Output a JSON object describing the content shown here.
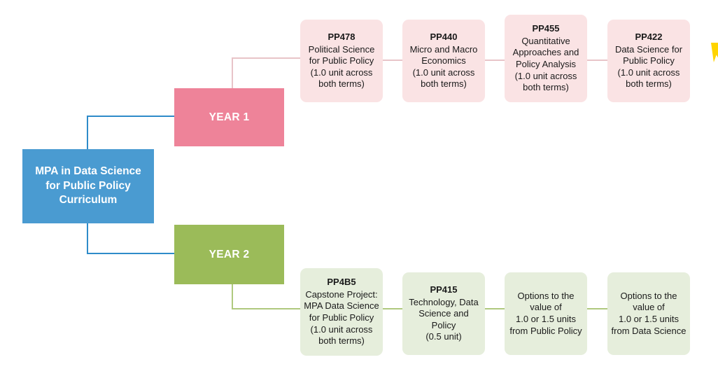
{
  "diagram": {
    "root": {
      "label": "MPA in Data Science\nfor Public Policy\nCurriculum",
      "color": "#4A9BD1"
    },
    "years": [
      {
        "label": "YEAR 1",
        "color": "#EE8399"
      },
      {
        "label": "YEAR 2",
        "color": "#9BBB59"
      }
    ],
    "year1_courses": [
      {
        "code": "PP478",
        "desc": "Political Science\nfor Public Policy\n(1.0 unit across\nboth terms)"
      },
      {
        "code": "PP440",
        "desc": "Micro and Macro\nEconomics\n(1.0 unit across\nboth terms)"
      },
      {
        "code": "PP455",
        "desc": "Quantitative\nApproaches and\nPolicy Analysis\n(1.0 unit across\nboth terms)"
      },
      {
        "code": "PP422",
        "desc": "Data Science for\nPublic Policy\n(1.0 unit across\nboth terms)"
      }
    ],
    "year2_courses": [
      {
        "code": "PP4B5",
        "desc": "Capstone Project:\nMPA Data Science\nfor Public Policy\n(1.0 unit across\nboth terms)"
      },
      {
        "code": "PP415",
        "desc": "Technology, Data\nScience and Policy\n(0.5 unit)"
      },
      {
        "code": "",
        "desc": "Options to the\nvalue of\n1.0 or 1.5 units\nfrom Public Policy"
      },
      {
        "code": "",
        "desc": "Options to the\nvalue of\n1.0 or 1.5 units\nfrom Data Science"
      }
    ],
    "colors": {
      "root": "#4A9BD1",
      "year1": "#EE8399",
      "year2": "#9BBB59",
      "card_pink": "#FAE3E4",
      "card_green": "#E6EEDC",
      "connector_blue": "#2E8BC9",
      "connector_pink": "#E8C4C8",
      "connector_green": "#AFC97E",
      "accent_yellow": "#FFD400"
    }
  }
}
